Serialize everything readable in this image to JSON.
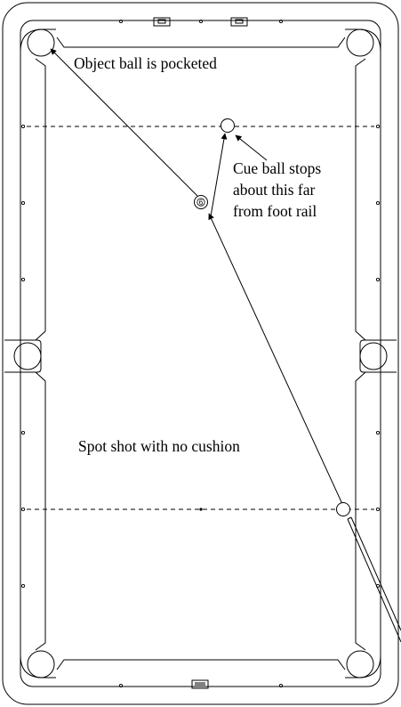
{
  "diagram": {
    "ball_number": "6",
    "labels": {
      "object_ball": "Object ball is pocketed",
      "cue_ball_line1": "Cue ball stops",
      "cue_ball_line2": "about this far",
      "cue_ball_line3": "from foot rail",
      "shot_name": "Spot shot with no cushion"
    }
  }
}
